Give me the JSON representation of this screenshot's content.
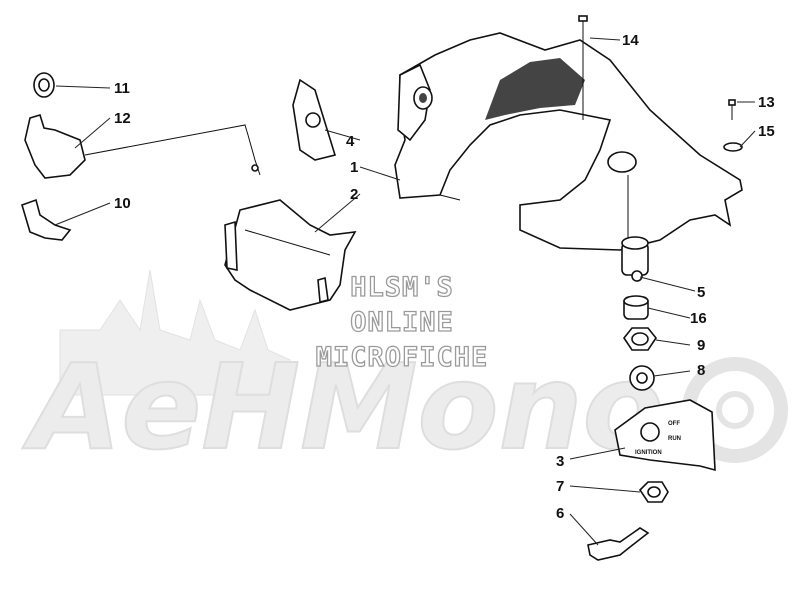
{
  "watermark": {
    "brand": "AeHMono",
    "stamp_lines": [
      "HLSM'S",
      "ONLINE",
      "MICROFICHE"
    ]
  },
  "plate_labels": {
    "off": "OFF",
    "run": "RUN",
    "ignition": "IGNITION"
  },
  "callouts": [
    {
      "id": "c1",
      "label": "1"
    },
    {
      "id": "c2",
      "label": "2"
    },
    {
      "id": "c3",
      "label": "3"
    },
    {
      "id": "c4",
      "label": "4"
    },
    {
      "id": "c5",
      "label": "5"
    },
    {
      "id": "c6",
      "label": "6"
    },
    {
      "id": "c7",
      "label": "7"
    },
    {
      "id": "c8",
      "label": "8"
    },
    {
      "id": "c9",
      "label": "9"
    },
    {
      "id": "c10",
      "label": "10"
    },
    {
      "id": "c11",
      "label": "11"
    },
    {
      "id": "c12",
      "label": "12"
    },
    {
      "id": "c13",
      "label": "13"
    },
    {
      "id": "c14",
      "label": "14"
    },
    {
      "id": "c15",
      "label": "15"
    },
    {
      "id": "c16",
      "label": "16"
    }
  ]
}
